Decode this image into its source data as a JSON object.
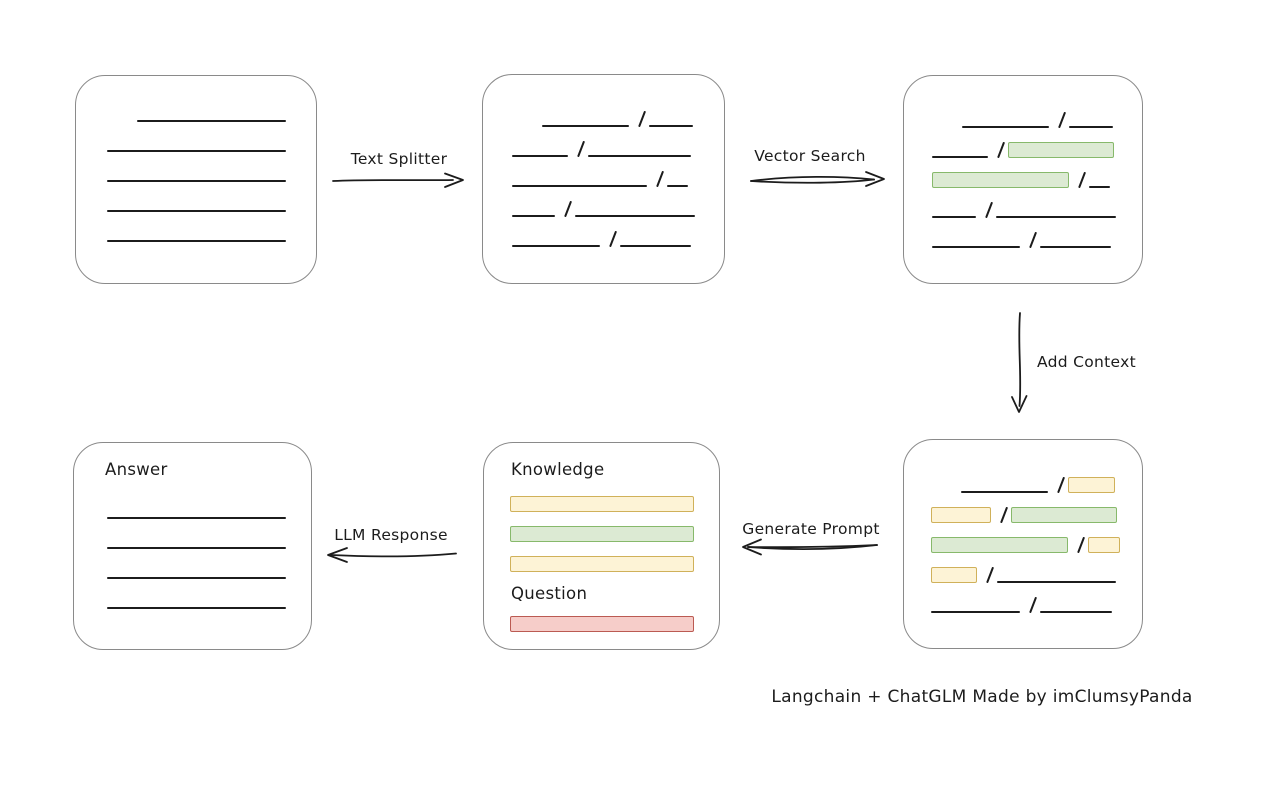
{
  "caption": "Langchain + ChatGLM Made by imClumsyPanda",
  "colors": {
    "green_fill": "#dcead3",
    "green_border": "#87b96b",
    "yellow_fill": "#fdf3d6",
    "yellow_border": "#d0b15a",
    "red_fill": "#f6cdc9",
    "red_border": "#bb5a52",
    "box_border": "#8a8a8a",
    "ink": "#1c1c1c"
  },
  "arrows": {
    "text_splitter": {
      "label": "Text Splitter"
    },
    "vector_search": {
      "label": "Vector Search"
    },
    "add_context": {
      "label": "Add Context"
    },
    "generate_prompt": {
      "label": "Generate Prompt"
    },
    "llm_response": {
      "label": "LLM Response"
    }
  },
  "boxes": {
    "source_document": {
      "rows": [
        {
          "indent": 30,
          "segments": [
            {
              "t": "line",
              "w": 149
            }
          ]
        },
        {
          "segments": [
            {
              "t": "line",
              "w": 179
            }
          ]
        },
        {
          "segments": [
            {
              "t": "line",
              "w": 179
            }
          ]
        },
        {
          "segments": [
            {
              "t": "line",
              "w": 179
            }
          ]
        },
        {
          "segments": [
            {
              "t": "line",
              "w": 179
            }
          ]
        }
      ]
    },
    "split_chunks": {
      "rows": [
        {
          "indent": 30,
          "segments": [
            {
              "t": "line",
              "w": 87
            },
            {
              "t": "slash"
            },
            {
              "t": "line",
              "w": 44
            }
          ]
        },
        {
          "segments": [
            {
              "t": "line",
              "w": 56
            },
            {
              "t": "slash"
            },
            {
              "t": "line",
              "w": 103
            }
          ]
        },
        {
          "segments": [
            {
              "t": "line",
              "w": 135
            },
            {
              "t": "slash"
            },
            {
              "t": "line",
              "w": 21
            }
          ]
        },
        {
          "segments": [
            {
              "t": "line",
              "w": 43
            },
            {
              "t": "slash"
            },
            {
              "t": "line",
              "w": 120
            }
          ]
        },
        {
          "segments": [
            {
              "t": "line",
              "w": 88
            },
            {
              "t": "slash"
            },
            {
              "t": "line",
              "w": 71
            }
          ]
        }
      ]
    },
    "matched_chunks": {
      "rows": [
        {
          "indent": 30,
          "segments": [
            {
              "t": "line",
              "w": 87
            },
            {
              "t": "slash"
            },
            {
              "t": "line",
              "w": 44
            }
          ]
        },
        {
          "segments": [
            {
              "t": "line",
              "w": 56
            },
            {
              "t": "slash"
            },
            {
              "t": "green",
              "w": 106
            }
          ]
        },
        {
          "segments": [
            {
              "t": "green",
              "w": 137
            },
            {
              "t": "slash"
            },
            {
              "t": "line",
              "w": 21
            }
          ]
        },
        {
          "segments": [
            {
              "t": "line",
              "w": 44
            },
            {
              "t": "slash"
            },
            {
              "t": "line",
              "w": 120
            }
          ]
        },
        {
          "segments": [
            {
              "t": "line",
              "w": 88
            },
            {
              "t": "slash"
            },
            {
              "t": "line",
              "w": 71
            }
          ]
        }
      ]
    },
    "context_chunks": {
      "rows": [
        {
          "indent": 30,
          "segments": [
            {
              "t": "line",
              "w": 87
            },
            {
              "t": "slash"
            },
            {
              "t": "yellow",
              "w": 47
            }
          ]
        },
        {
          "segments": [
            {
              "t": "yellow",
              "w": 60
            },
            {
              "t": "slash"
            },
            {
              "t": "green",
              "w": 106
            }
          ]
        },
        {
          "segments": [
            {
              "t": "green",
              "w": 137
            },
            {
              "t": "slash"
            },
            {
              "t": "yellow",
              "w": 32
            }
          ]
        },
        {
          "segments": [
            {
              "t": "yellow",
              "w": 46
            },
            {
              "t": "slash"
            },
            {
              "t": "line",
              "w": 119
            }
          ]
        },
        {
          "segments": [
            {
              "t": "line",
              "w": 89
            },
            {
              "t": "slash"
            },
            {
              "t": "line",
              "w": 72
            }
          ]
        }
      ]
    },
    "prompt": {
      "knowledge_label": "Knowledge",
      "question_label": "Question",
      "knowledge_bars": [
        "yellow",
        "green",
        "yellow"
      ],
      "question_bars": [
        "red"
      ]
    },
    "answer": {
      "label": "Answer",
      "rows": [
        {
          "segments": [
            {
              "t": "line",
              "w": 179
            }
          ]
        },
        {
          "segments": [
            {
              "t": "line",
              "w": 179
            }
          ]
        },
        {
          "segments": [
            {
              "t": "line",
              "w": 179
            }
          ]
        },
        {
          "segments": [
            {
              "t": "line",
              "w": 179
            }
          ]
        }
      ]
    }
  }
}
